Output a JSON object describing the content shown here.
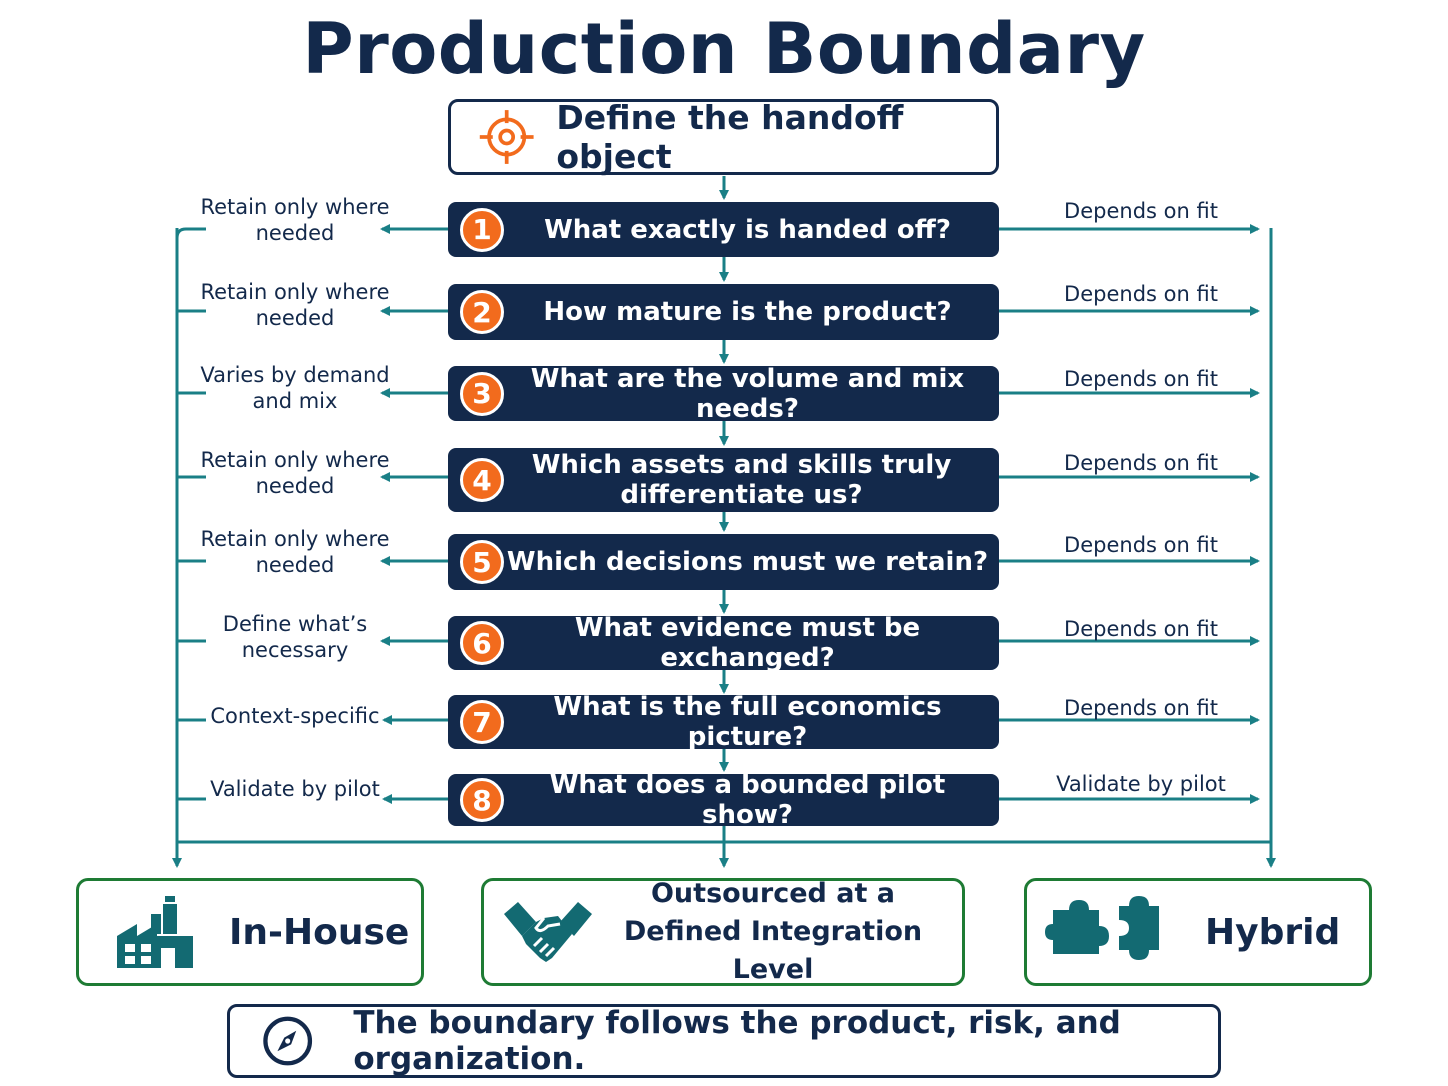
{
  "title": "Production Boundary",
  "start": {
    "label": "Define the handoff object",
    "icon": "target-icon"
  },
  "questions": [
    {
      "number": "1",
      "text": "What exactly is handed off?",
      "left": "Retain only where needed",
      "right": "Depends on fit"
    },
    {
      "number": "2",
      "text": "How mature is the product?",
      "left": "Retain only where needed",
      "right": "Depends on fit"
    },
    {
      "number": "3",
      "text": "What are the volume and mix needs?",
      "left": "Varies by demand and mix",
      "right": "Depends on fit"
    },
    {
      "number": "4",
      "text": "Which assets and skills truly differentiate us?",
      "left": "Retain only where needed",
      "right": "Depends on fit"
    },
    {
      "number": "5",
      "text": "Which decisions must we retain?",
      "left": "Retain only where needed",
      "right": "Depends on fit"
    },
    {
      "number": "6",
      "text": "What evidence must be exchanged?",
      "left": "Define what’s necessary",
      "right": "Depends on fit"
    },
    {
      "number": "7",
      "text": "What is the full economics picture?",
      "left": "Context-specific",
      "right": "Depends on fit"
    },
    {
      "number": "8",
      "text": "What does a bounded pilot show?",
      "left": "Validate by pilot",
      "right": "Validate by pilot"
    }
  ],
  "outcomes": {
    "inhouse": {
      "label": "In-House",
      "icon": "factory-icon"
    },
    "outsourced": {
      "line1": "Outsourced at a",
      "line2": "Defined Integration Level",
      "icon": "handshake-icon"
    },
    "hybrid": {
      "label": "Hybrid",
      "icon": "puzzle-icon"
    }
  },
  "footer": {
    "text": "The boundary follows the product, risk, and organization.",
    "icon": "compass-icon"
  },
  "colors": {
    "navy": "#13294b",
    "teal": "#1a7f86",
    "orange": "#f26b1d",
    "green": "#1e7b34"
  }
}
